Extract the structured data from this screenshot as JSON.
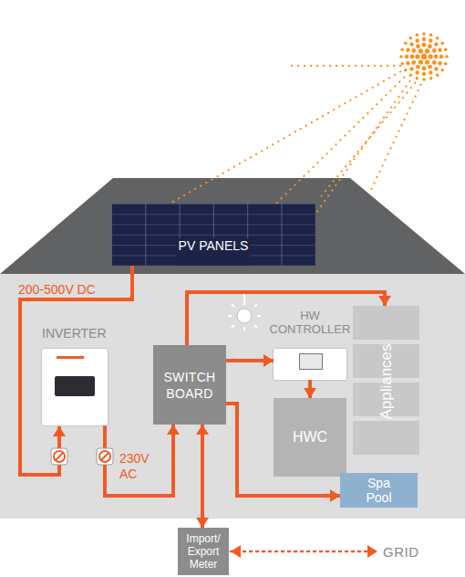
{
  "diagram": {
    "nodes": [
      {
        "text": [
          "PV PANELS"
        ]
      },
      {
        "text": [
          "INVERTER"
        ]
      },
      {
        "text": [
          "SWITCH BOARD"
        ]
      },
      {
        "text": [
          "HW CONTROLLER"
        ]
      },
      {
        "text": [
          "Appliances"
        ]
      },
      {
        "text": [
          "HWC"
        ]
      },
      {
        "text": [
          "Spa Pool"
        ]
      },
      {
        "text": [
          "Import/ Export Meter"
        ]
      },
      {
        "text": [
          "GRID"
        ]
      }
    ],
    "edges": [
      {
        "from": 0,
        "to": 1,
        "arrow": "to"
      },
      {
        "from": 1,
        "to": 2,
        "arrow": "to"
      },
      {
        "from": 2,
        "to": 4,
        "arrow": "to"
      },
      {
        "from": 2,
        "to": 3,
        "arrow": "to"
      },
      {
        "from": 3,
        "to": 5,
        "arrow": "to"
      },
      {
        "from": 2,
        "to": 6,
        "arrow": "to"
      },
      {
        "from": 2,
        "to": 7,
        "arrow": "both"
      },
      {
        "from": 7,
        "to": 8,
        "arrow": "both"
      }
    ],
    "labels": [
      "200-500V DC",
      "230V AC"
    ]
  }
}
